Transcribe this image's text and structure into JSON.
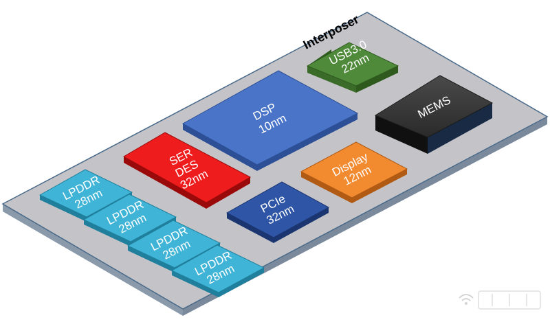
{
  "interposer": {
    "label": "Interposer"
  },
  "chips": {
    "usb": {
      "line1": "USB3.0",
      "line2": "22nm"
    },
    "mems": {
      "line1": "MEMS"
    },
    "dsp": {
      "line1": "DSP",
      "line2": "10nm"
    },
    "serdes": {
      "line1": "SER",
      "line2": "DES",
      "line3": "32nm"
    },
    "display": {
      "line1": "Display",
      "line2": "12nm"
    },
    "pcie": {
      "line1": "PCIe",
      "line2": "32nm"
    },
    "lpddr1": {
      "line1": "LPDDR",
      "line2": "28nm"
    },
    "lpddr2": {
      "line1": "LPDDR",
      "line2": "28nm"
    },
    "lpddr3": {
      "line1": "LPDDR",
      "line2": "28nm"
    },
    "lpddr4": {
      "line1": "LPDDR",
      "line2": "28nm"
    }
  },
  "colors": {
    "interposer": "#c4c4c8",
    "usb": "#4f8a3a",
    "mems": "#3a3a3a",
    "dsp": "#4a74c8",
    "serdes": "#ee1c1c",
    "display": "#f28a30",
    "pcie": "#2f56a6",
    "lpddr": "#3fb4d6"
  }
}
